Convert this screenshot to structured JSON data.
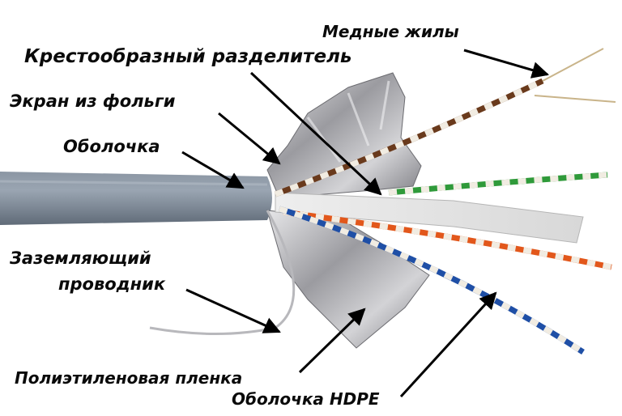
{
  "image": {
    "description_labels": {
      "copper_wires": "Медные жилы",
      "cross_separator": "Крестообразный разделитель",
      "foil_shield": "Экран из фольги",
      "jacket": "Оболочка",
      "drain_wire_line1": "Заземляющий",
      "drain_wire_line2": "проводник",
      "polyethylene_film": "Полиэтиленовая пленка",
      "hdpe_jacket": "Оболочка HDPE"
    }
  },
  "colors": {
    "cable_jacket": "#7b8795",
    "foil": "#b9b9bd",
    "pair_brown": "#6a3a1c",
    "pair_green": "#2f9a3a",
    "pair_orange": "#e2571b",
    "pair_blue": "#1f4fa6",
    "white_stripe": "#f1ece2"
  }
}
